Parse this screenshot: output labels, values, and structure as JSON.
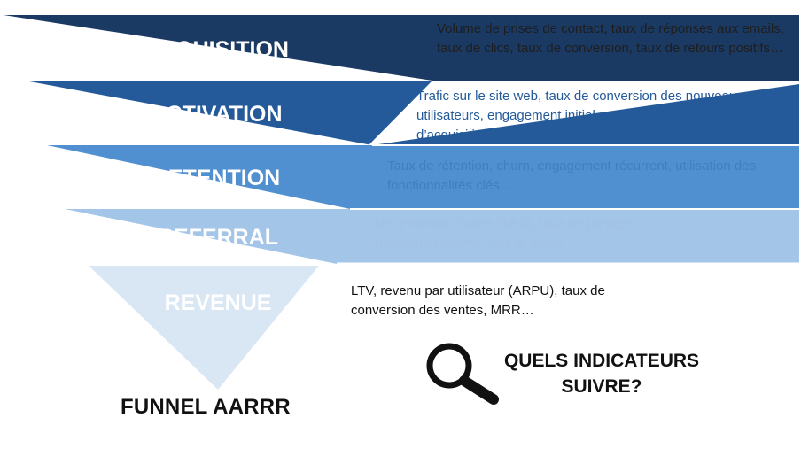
{
  "funnel": {
    "title": "FUNNEL AARRR",
    "stages": [
      {
        "id": "acquisition",
        "label": "ACQUISITION",
        "description": "Volume de prises de contact, taux de réponses aux emails, taux de clics, taux de conversion, taux de retours positifs…",
        "fill": "#1b3a63",
        "label_color": "#ffffff",
        "text_color": "#1e1e1e"
      },
      {
        "id": "activation",
        "label": "ACTIVATION",
        "description": "Trafic sur le site web, taux de conversion des nouveaux utilisateurs, engagement initial, performance des canaux d’acquisition…",
        "fill": "#245a99",
        "label_color": "#ffffff",
        "text_color": "#245a99"
      },
      {
        "id": "retention",
        "label": "RETENTION",
        "description": "Taux de rétention, churn, engagement récurrent, utilisation des fonctionnalités clés…",
        "fill": "#5090d0",
        "label_color": "#ffffff",
        "text_color": "#3e7fc2"
      },
      {
        "id": "referral",
        "label": "REFERRAL",
        "description": "Net Promoter Score (NPS), taux de partage, recommandations, avis et notes.",
        "fill": "#a3c5e8",
        "label_color": "#ffffff",
        "text_color": "#a3c2e3"
      },
      {
        "id": "revenue",
        "label": "REVENUE",
        "description": "LTV, revenu par utilisateur (ARPU), taux de conversion des ventes, MRR…",
        "fill": "#d9e7f5",
        "label_color": "#ffffff",
        "text_color": "#111111"
      }
    ]
  },
  "callout": {
    "text_line1": "QUELS INDICATEURS",
    "text_line2": "SUIVRE?",
    "icon": "magnifying-glass-icon"
  }
}
